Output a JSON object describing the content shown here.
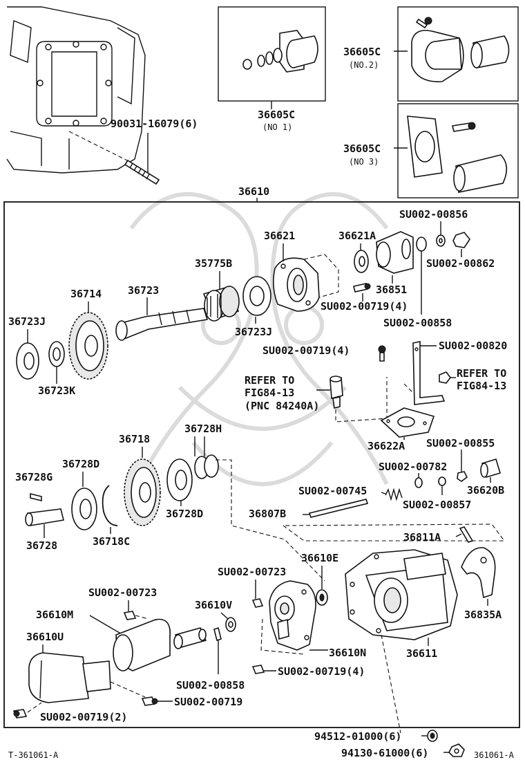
{
  "figure": {
    "code_left": "T-361061-A",
    "code_right": "361061-A"
  },
  "variants": {
    "no1": {
      "part": "36605C",
      "note": "(NO 1)"
    },
    "no2": {
      "part": "36605C",
      "note": "(NO.2)"
    },
    "no3": {
      "part": "36605C",
      "note": "(NO 3)"
    }
  },
  "assembly": {
    "part": "36610"
  },
  "labels": {
    "p90031": "90031-16079(6)",
    "p36621": "36621",
    "p36621A": "36621A",
    "p856": "SU002-00856",
    "p862": "SU002-00862",
    "p35775B": "35775B",
    "p36723": "36723",
    "p36714": "36714",
    "p36723J_left": "36723J",
    "p36723J_right": "36723J",
    "p36723K": "36723K",
    "p36851": "36851",
    "p719_4a": "SU002-00719(4)",
    "p858_top": "SU002-00858",
    "p719_4b": "SU002-00719(4)",
    "p820": "SU002-00820",
    "refer_left_1": "REFER TO",
    "refer_left_2": "FIG84-13",
    "refer_left_3": "(PNC 84240A)",
    "refer_right_1": "REFER TO",
    "refer_right_2": "FIG84-13",
    "p36718": "36718",
    "p36728H": "36728H",
    "p36728D_top": "36728D",
    "p36728G": "36728G",
    "p36622A": "36622A",
    "p855": "SU002-00855",
    "p782": "SU002-00782",
    "p36620B": "36620B",
    "p745": "SU002-00745",
    "p857": "SU002-00857",
    "p36807B": "36807B",
    "p36728D_bot": "36728D",
    "p36718C": "36718C",
    "p36728": "36728",
    "p36811A": "36811A",
    "p36610E": "36610E",
    "p723_a": "SU002-00723",
    "p723_b": "SU002-00723",
    "p36610V": "36610V",
    "p36610M": "36610M",
    "p36835A": "36835A",
    "p36610U": "36610U",
    "p36610N": "36610N",
    "p36611": "36611",
    "p719_4c": "SU002-00719(4)",
    "p858_bot": "SU002-00858",
    "p719": "SU002-00719",
    "p719_2": "SU002-00719(2)",
    "p94512": "94512-01000(6)",
    "p94130": "94130-61000(6)"
  }
}
